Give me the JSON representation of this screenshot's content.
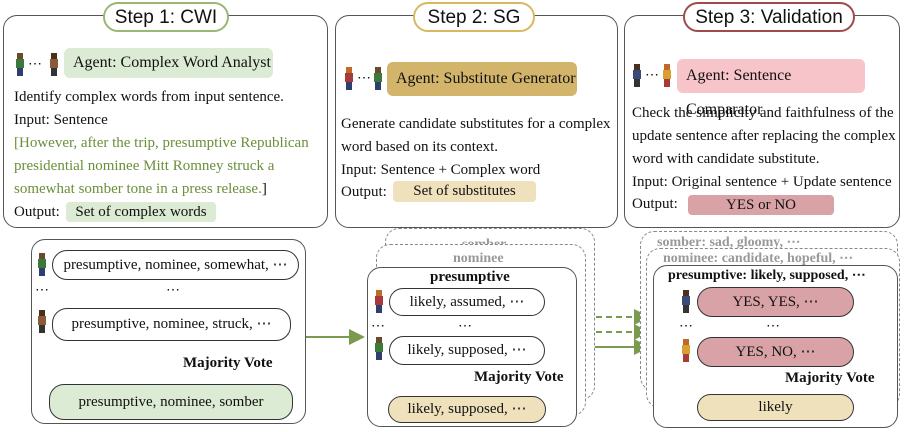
{
  "step1": {
    "title": "Step 1: CWI",
    "agent": "Agent: Complex Word Analyst",
    "desc": "Identify complex words from input sentence.",
    "input": "Input: Sentence",
    "sentence_lines": [
      "[However, after the trip, presumptive Republican",
      "presidential nominee Mitt Romney struck a",
      "somewhat somber tone in a press release."
    ],
    "bracket_close": "]",
    "output_label": "Output:",
    "output_value": "Set of complex words"
  },
  "step2": {
    "title": "Step 2: SG",
    "agent": "Agent: Substitute Generator",
    "desc_lines": [
      "Generate candidate substitutes for a complex",
      "word based on its context."
    ],
    "input": "Input: Sentence + Complex word",
    "output_label": "Output:",
    "output_value": "Set of substitutes"
  },
  "step3": {
    "title": "Step 3: Validation",
    "agent": "Agent: Sentence Comparator",
    "desc_lines": [
      "Check the simplicity and faithfulness of the",
      "update sentence after replacing the complex",
      "word with candidate substitute."
    ],
    "input": "Input: Original sentence + Update sentence",
    "output_label": "Output:",
    "output_value": "YES or NO"
  },
  "flow1": {
    "row1": "presumptive, nominee, somewhat, ⋯",
    "row2": "presumptive, nominee, struck, ⋯",
    "vote": "Majority Vote",
    "result": "presumptive, nominee, somber"
  },
  "flow2": {
    "ghost1": "somber",
    "ghost2": "nominee",
    "header": "presumptive",
    "row1": "likely, assumed, ⋯",
    "row2": "likely, supposed, ⋯",
    "vote": "Majority Vote",
    "result": "likely, supposed, ⋯"
  },
  "flow3": {
    "ghost1": "somber: sad, gloomy, ⋯",
    "ghost2": "nominee: candidate, hopeful, ⋯",
    "header": "presumptive: likely, supposed, ⋯",
    "row1": "YES, YES, ⋯",
    "row2": "YES, NO, ⋯",
    "vote": "Majority Vote",
    "result": "likely"
  },
  "ellipsis": "⋯",
  "dots": "⋯",
  "colors": {
    "step1": "#98b873",
    "step2": "#d9b860",
    "step3": "#a14a4a",
    "green_fill": "#dcebd3",
    "yellow_fill": "#d2b56b",
    "yellow_light": "#efe1bc",
    "pink_fill": "#f7c4c9",
    "rose_fill": "#d9a2a6",
    "olive_text": "#6b8f3b",
    "arrow": "#7a9a50"
  },
  "icons": [
    "agent-avatar-icon"
  ]
}
